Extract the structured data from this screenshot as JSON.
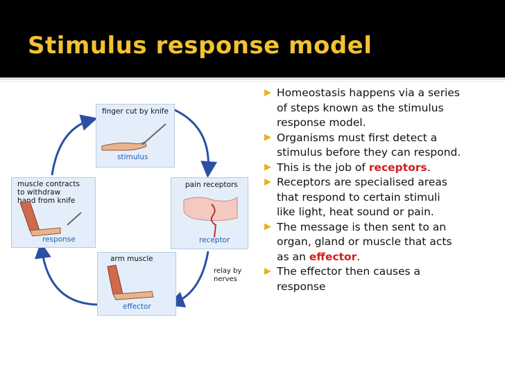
{
  "slide": {
    "title": "Stimulus response model"
  },
  "diagram": {
    "stimulus": {
      "label": "finger cut by knife",
      "caption": "stimulus"
    },
    "receptor": {
      "label": "pain receptors",
      "caption": "receptor"
    },
    "effector": {
      "label": "arm muscle",
      "caption": "effector"
    },
    "response": {
      "label_lines": [
        "muscle contracts",
        "to withdraw",
        "hand from knife"
      ],
      "caption": "response"
    },
    "relay_lines": [
      "relay by",
      "nerves"
    ],
    "colors": {
      "box_fill": "#e4eefa",
      "arrow": "#2c4fa3",
      "caption": "#1f5fb0"
    }
  },
  "bullets": [
    {
      "lines": [
        "Homeostasis  happens via a series",
        "of steps known as the stimulus",
        "response model."
      ]
    },
    {
      "lines": [
        "Organisms must first detect a",
        "stimulus before they can respond."
      ]
    },
    {
      "pre": "This is the job of ",
      "highlight": "receptors",
      "post": "."
    },
    {
      "lines": [
        "Receptors are specialised areas",
        "that respond to certain stimuli",
        "like light, heat  sound or pain."
      ]
    },
    {
      "lines": [
        "The message is then sent to an",
        "organ, gland or muscle that acts"
      ],
      "pre": "as an ",
      "highlight": "effector",
      "post": "."
    },
    {
      "lines": [
        "The effector  then causes a",
        "response"
      ]
    }
  ],
  "colors": {
    "title": "#f2c233",
    "title_bar": "#000000",
    "bullet": "#e8b21a",
    "highlight": "#d01e1e"
  }
}
